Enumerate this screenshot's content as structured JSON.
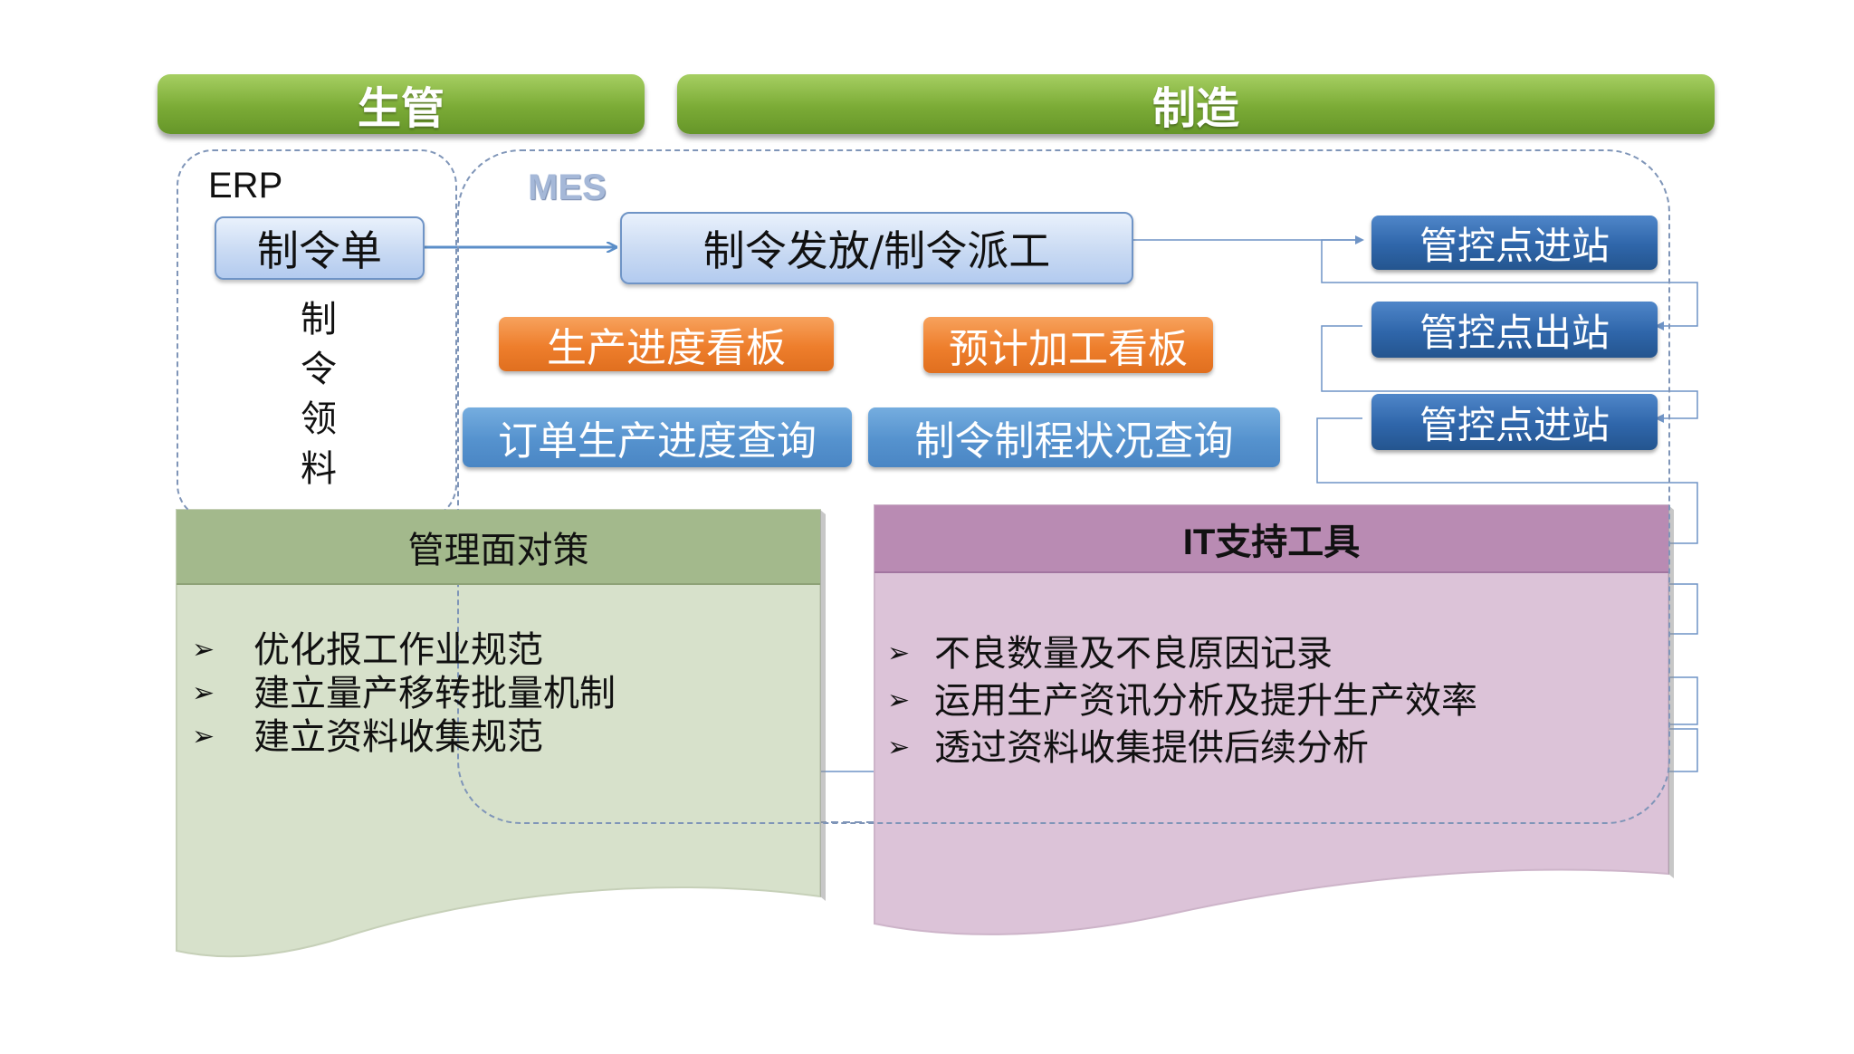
{
  "headers": {
    "left": "生管",
    "right": "制造"
  },
  "regions": {
    "erp": "ERP",
    "mes": "MES"
  },
  "erp": {
    "order": "制令单",
    "picking": [
      "制",
      "令",
      "领",
      "料"
    ]
  },
  "mes": {
    "dispatch": "制令发放/制令派工",
    "kanban": [
      "生产进度看板",
      "预计加工看板"
    ],
    "queries": [
      "订单生产进度查询",
      "制令制程状况查询"
    ],
    "checkpoints": [
      "管控点进站",
      "管控点出站",
      "管控点进站"
    ]
  },
  "management": {
    "title": "管理面对策",
    "items": [
      "优化报工作业规范",
      "建立量产移转批量机制",
      "建立资料收集规范"
    ]
  },
  "it_tools": {
    "title": "IT支持工具",
    "items": [
      "不良数量及不良原因记录",
      "运用生产资讯分析及提升生产效率",
      "透过资料收集提供后续分析"
    ]
  },
  "bullet_marker": "➢",
  "colors": {
    "header_green": "#7bab36",
    "checkpoint_blue": "#2f66aa",
    "kanban_orange": "#ee7e2c",
    "query_blue": "#5592ce",
    "panel_green": "#d7e1cb",
    "panel_green_header": "#a3b98c",
    "panel_purple": "#dcc3d8",
    "panel_purple_header": "#b98bb3"
  }
}
